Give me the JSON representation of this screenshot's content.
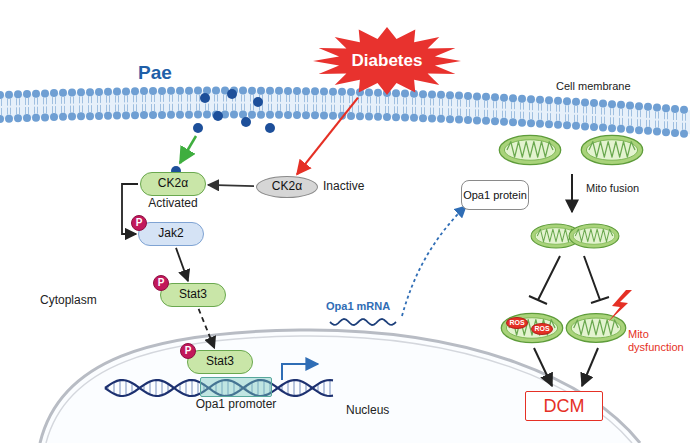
{
  "diagram": {
    "nodes": [
      {
        "text": [
          "Diabetes"
        ]
      },
      {
        "text": [
          "CK2α",
          "Activated"
        ]
      },
      {
        "text": [
          "CK2α",
          "Inactive"
        ]
      },
      {
        "text": [
          "P"
        ]
      },
      {
        "text": [
          "Jak2"
        ]
      },
      {
        "text": [
          "P"
        ]
      },
      {
        "text": [
          "Stat3"
        ]
      },
      {
        "text": [
          "P"
        ]
      },
      {
        "text": [
          "Stat3"
        ]
      },
      {
        "text": [
          "Opa1 promoter"
        ]
      },
      {
        "text": [
          "Opa1 protein"
        ]
      },
      {
        "text": [
          "ROS"
        ]
      },
      {
        "text": [
          "ROS"
        ]
      },
      {
        "text": [
          "DCM"
        ]
      }
    ],
    "edges": [
      {
        "from": 0,
        "to": 2,
        "arrow": "to"
      },
      {
        "from": 2,
        "to": 1,
        "arrow": "to"
      },
      {
        "from": 1,
        "to": 4,
        "arrow": "to"
      },
      {
        "from": 4,
        "to": 6,
        "arrow": "to"
      },
      {
        "from": 6,
        "to": 8,
        "arrow": "to"
      }
    ],
    "labels": [
      "Pae",
      "Cell membrane",
      "Cytoplasm",
      "Opa1 mRNA",
      "Nucleus",
      "Mito fusion",
      "Mito dysfunction"
    ]
  }
}
